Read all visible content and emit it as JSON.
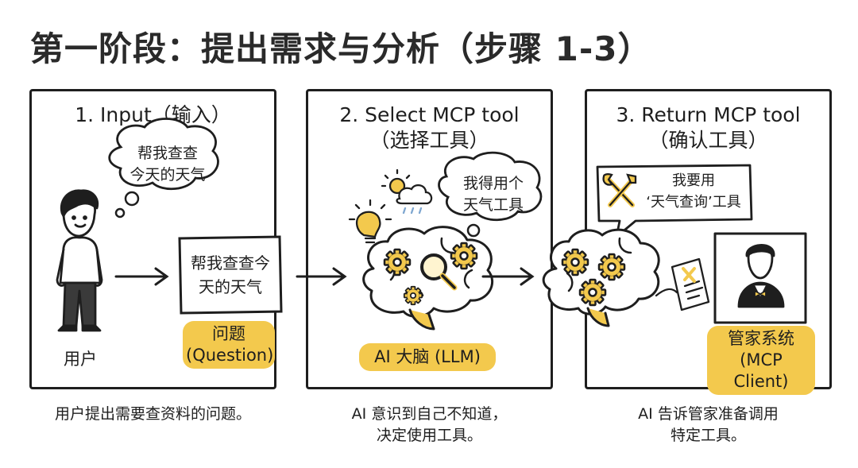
{
  "title": "第一阶段：提出需求与分析（步骤 1-3）",
  "panels": [
    {
      "heading_line1": "1. Input（输入）",
      "heading_line2": "",
      "thought_bubble": "帮我查查今天的天气",
      "thought_bubble_lines": [
        "帮我查查",
        "今天的天气"
      ],
      "user_label": "用户",
      "question_box_lines": [
        "帮我查查今",
        "天的天气"
      ],
      "tag_lines": [
        "问题",
        "(Question)"
      ],
      "caption_lines": [
        "用户提出需要查资料的问题。"
      ]
    },
    {
      "heading_line1": "2. Select MCP tool",
      "heading_line2": "（选择工具）",
      "thought_bubble_lines": [
        "我得用个",
        "天气工具"
      ],
      "tag_lines": [
        "AI 大脑 (LLM)"
      ],
      "caption_lines": [
        "AI 意识到自己不知道，",
        "决定使用工具。"
      ]
    },
    {
      "heading_line1": "3. Return MCP tool",
      "heading_line2": "（确认工具）",
      "speech_bubble_lines": [
        "我要用",
        "‘天气查询’工具"
      ],
      "tag_lines": [
        "管家系统",
        "(MCP Client)"
      ],
      "caption_lines": [
        "AI 告诉管家准备调用",
        "特定工具。"
      ]
    }
  ],
  "colors": {
    "accent_yellow": "#f3c94d",
    "ink": "#1e1e1e",
    "cloud_blue": "#7fa7d0",
    "background": "#ffffff"
  },
  "icons": [
    "user-figure-icon",
    "thought-bubble-icon",
    "arrow-right-icon",
    "brain-icon",
    "gear-icon",
    "magnifier-icon",
    "lightbulb-icon",
    "sun-cloud-rain-icon",
    "wrench-screwdriver-icon",
    "document-icon",
    "butler-icon"
  ]
}
